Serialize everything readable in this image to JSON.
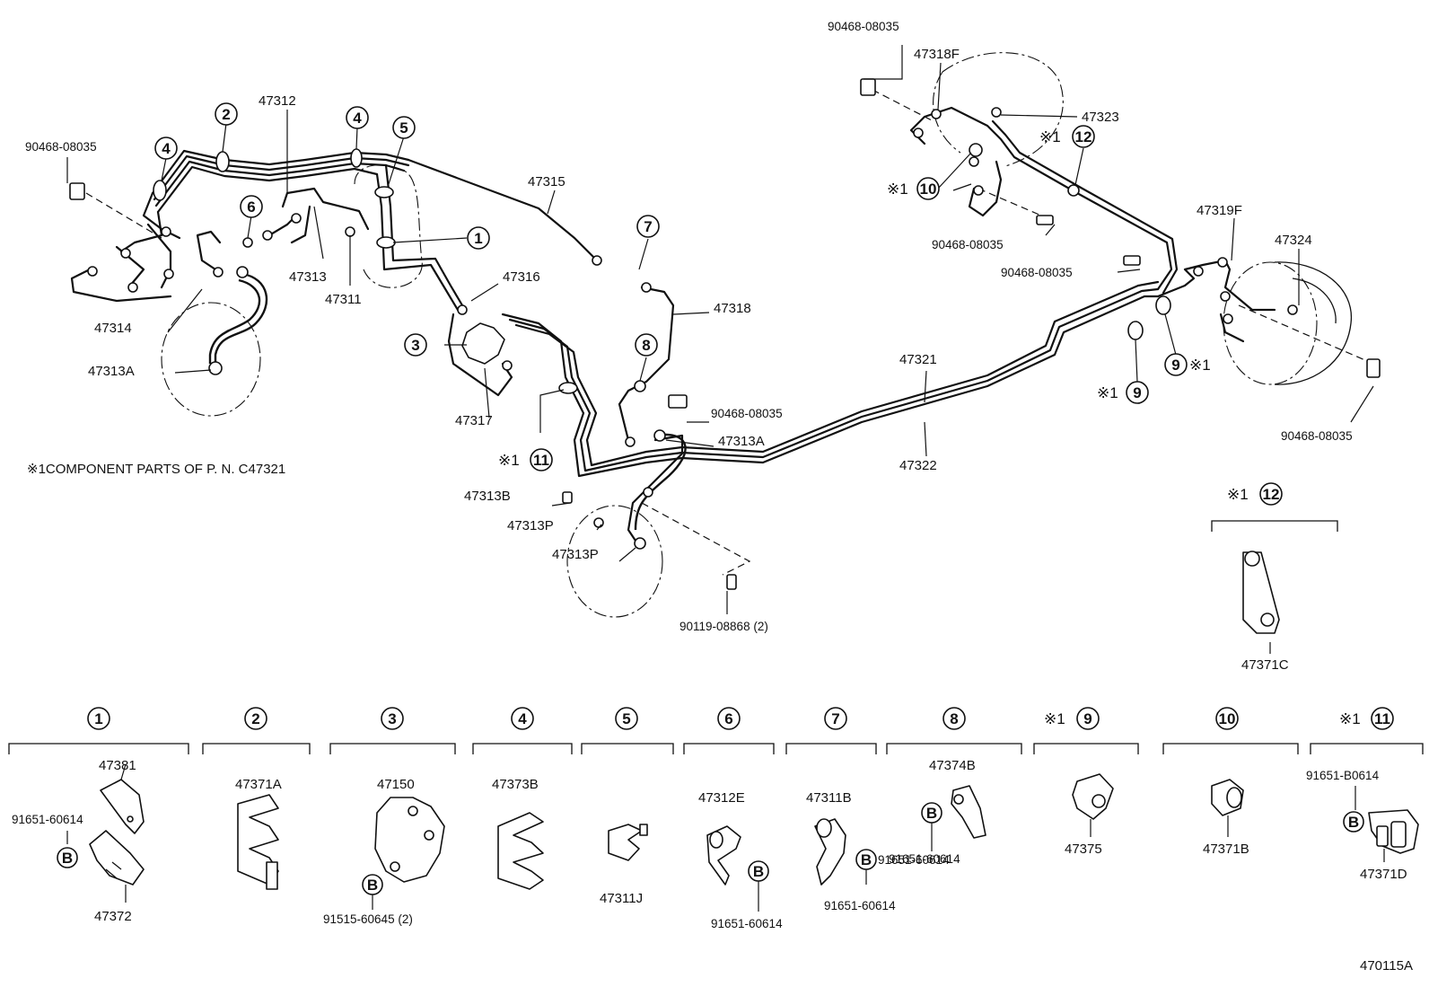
{
  "labels": {
    "p_90468_08035_a": "90468-08035",
    "p_90468_08035_b": "90468-08035",
    "p_90468_08035_c": "90468-08035",
    "p_90468_08035_d": "90468-08035",
    "p_90468_08035_e": "90468-08035",
    "p_90468_08035_f": "90468-08035",
    "p_47312": "47312",
    "p_47313": "47313",
    "p_47311": "47311",
    "p_47314": "47314",
    "p_47313A_left": "47313A",
    "p_47315": "47315",
    "p_47316": "47316",
    "p_47317": "47317",
    "p_47318": "47318",
    "p_47313A_mid": "47313A",
    "p_47313B": "47313B",
    "p_47313P_a": "47313P",
    "p_47313P_b": "47313P",
    "p_90119_08868": "90119-08868 (2)",
    "p_47321": "47321",
    "p_47322": "47322",
    "p_47318F": "47318F",
    "p_47323": "47323",
    "p_47319F": "47319F",
    "p_47324": "47324",
    "p_47371C": "47371C",
    "p_47381": "47381",
    "p_91651_60614_a": "91651-60614",
    "p_47372": "47372",
    "p_47371A": "47371A",
    "p_47150": "47150",
    "p_91515_60645": "91515-60645 (2)",
    "p_47373B": "47373B",
    "p_47311J": "47311J",
    "p_47312E": "47312E",
    "p_91651_60614_b": "91651-60614",
    "p_47311B": "47311B",
    "p_91651_60614_c": "91651-60614",
    "p_47374B": "47374B",
    "p_91651_60614_d": "91651-60614",
    "p_47375": "47375",
    "p_47371B": "47371B",
    "p_91651_B0614": "91651-B0614",
    "p_47371D": "47371D",
    "figure_code": "470115A"
  },
  "note": "※1COMPONENT PARTS OF P. N. C47321",
  "asterisk": "※1",
  "callouts": {
    "c1": "1",
    "c2": "2",
    "c3": "3",
    "c4": "4",
    "c5": "5",
    "c6": "6",
    "c7": "7",
    "c8": "8",
    "c9": "9",
    "c10": "10",
    "c11": "11",
    "c12": "12"
  },
  "b_mark": "B"
}
